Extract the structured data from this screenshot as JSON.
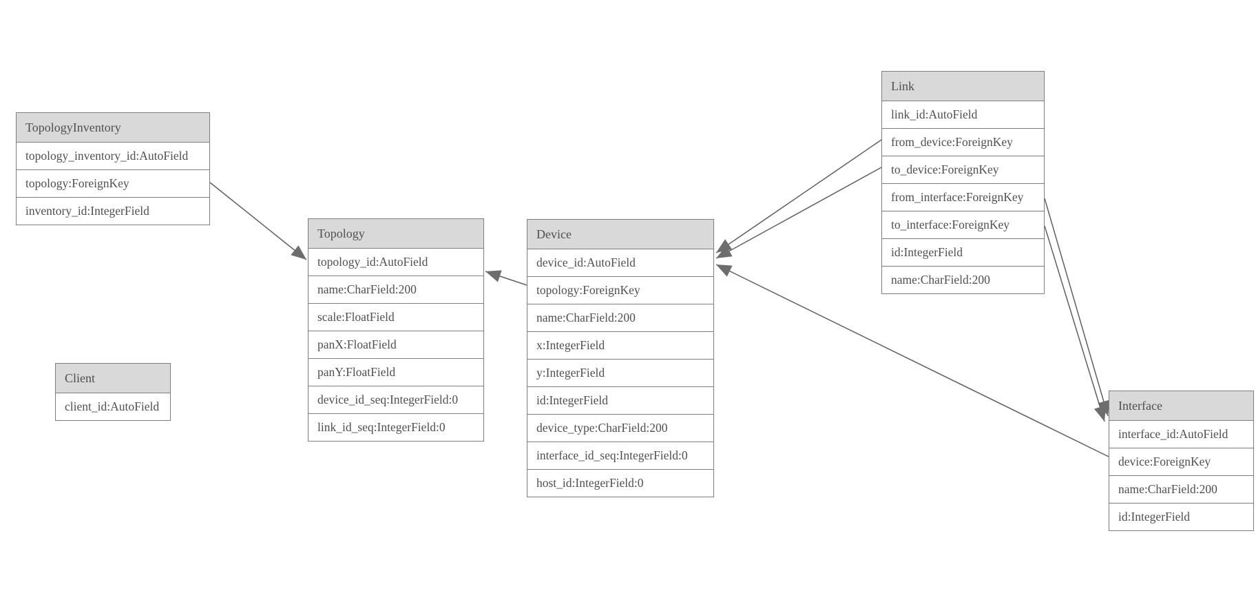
{
  "diagram": {
    "kind": "entity-relationship-model-graph",
    "entities": [
      {
        "name": "TopologyInventory",
        "fields": [
          "topology_inventory_id:AutoField",
          "topology:ForeignKey",
          "inventory_id:IntegerField"
        ]
      },
      {
        "name": "Topology",
        "fields": [
          "topology_id:AutoField",
          "name:CharField:200",
          "scale:FloatField",
          "panX:FloatField",
          "panY:FloatField",
          "device_id_seq:IntegerField:0",
          "link_id_seq:IntegerField:0"
        ]
      },
      {
        "name": "Client",
        "fields": [
          "client_id:AutoField"
        ]
      },
      {
        "name": "Device",
        "fields": [
          "device_id:AutoField",
          "topology:ForeignKey",
          "name:CharField:200",
          "x:IntegerField",
          "y:IntegerField",
          "id:IntegerField",
          "device_type:CharField:200",
          "interface_id_seq:IntegerField:0",
          "host_id:IntegerField:0"
        ]
      },
      {
        "name": "Link",
        "fields": [
          "link_id:AutoField",
          "from_device:ForeignKey",
          "to_device:ForeignKey",
          "from_interface:ForeignKey",
          "to_interface:ForeignKey",
          "id:IntegerField",
          "name:CharField:200"
        ]
      },
      {
        "name": "Interface",
        "fields": [
          "interface_id:AutoField",
          "device:ForeignKey",
          "name:CharField:200",
          "id:IntegerField"
        ]
      }
    ],
    "relationships": [
      {
        "from": "TopologyInventory.topology",
        "to": "Topology.topology_id"
      },
      {
        "from": "Device.topology",
        "to": "Topology.topology_id"
      },
      {
        "from": "Link.from_device",
        "to": "Device.device_id"
      },
      {
        "from": "Link.to_device",
        "to": "Device.device_id"
      },
      {
        "from": "Interface.device",
        "to": "Device.device_id"
      },
      {
        "from": "Link.from_interface",
        "to": "Interface.interface_id"
      },
      {
        "from": "Link.to_interface",
        "to": "Interface.interface_id"
      }
    ],
    "colors": {
      "background": "#ffffff",
      "header_fill": "#d9d9d9",
      "border": "#7e7e7e",
      "text": "#4f4f4f",
      "line": "#5e5e5e",
      "arrowhead": "#6d6d6d"
    }
  }
}
